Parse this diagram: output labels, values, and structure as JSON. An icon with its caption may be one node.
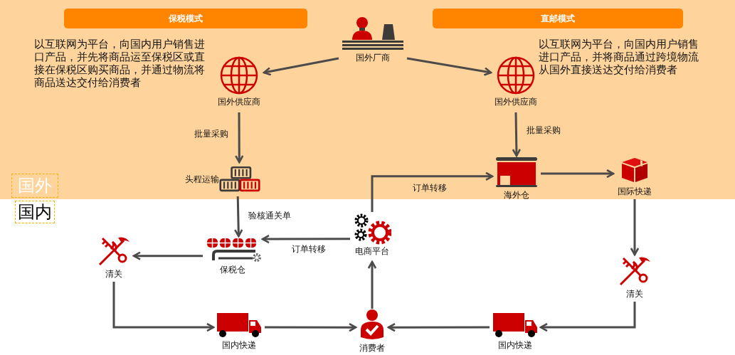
{
  "diagram": {
    "nodes": [
      {
        "text": [
          "保税模式"
        ]
      },
      {
        "text": [
          "直邮模式"
        ]
      },
      {
        "text": [
          "国外厂商"
        ]
      },
      {
        "text": [
          "国外供应商"
        ]
      },
      {
        "text": [
          "国外供应商"
        ]
      },
      {
        "text": [
          "头程运输"
        ]
      },
      {
        "text": [
          "海外仓"
        ]
      },
      {
        "text": [
          "国际快递"
        ]
      },
      {
        "text": [
          "电商平台"
        ]
      },
      {
        "text": [
          "保税仓"
        ]
      },
      {
        "text": [
          "清关"
        ]
      },
      {
        "text": [
          "清关"
        ]
      },
      {
        "text": [
          "国内快递"
        ]
      },
      {
        "text": [
          "消费者"
        ]
      },
      {
        "text": [
          "国内快递"
        ]
      },
      {
        "text": [
          "国外"
        ]
      },
      {
        "text": [
          "国内"
        ]
      }
    ],
    "edges": [
      {
        "from": 2,
        "to": 3,
        "arrow": "to"
      },
      {
        "from": 2,
        "to": 4,
        "arrow": "to"
      },
      {
        "from": 3,
        "to": 5,
        "arrow": "to",
        "label": "批量采购"
      },
      {
        "from": 4,
        "to": 6,
        "arrow": "to",
        "label": "批量采购"
      },
      {
        "from": 5,
        "to": 9,
        "arrow": "to",
        "label": "验核通关单"
      },
      {
        "from": 8,
        "to": 9,
        "arrow": "to",
        "label": "订单转移"
      },
      {
        "from": 8,
        "to": 6,
        "arrow": "to",
        "label": "订单转移"
      },
      {
        "from": 6,
        "to": 7,
        "arrow": "to"
      },
      {
        "from": 7,
        "to": 11,
        "arrow": "to"
      },
      {
        "from": 11,
        "to": 14,
        "arrow": "to"
      },
      {
        "from": 14,
        "to": 13,
        "arrow": "to"
      },
      {
        "from": 13,
        "to": 8,
        "arrow": "to"
      },
      {
        "from": 9,
        "to": 10,
        "arrow": "to"
      },
      {
        "from": 10,
        "to": 12,
        "arrow": "to"
      },
      {
        "from": 12,
        "to": 13,
        "arrow": "to"
      }
    ],
    "labels": [
      "以互联网为平台，向国内用户销售进口产品，并先将商品运至保税区或直接在保税区购买商品，并通过物流将商品送达交付给消费者",
      "以互联网为平台，向国内用户销售进口产品，并将商品通过跨境物流从国外直接送达交付给消费者"
    ]
  }
}
